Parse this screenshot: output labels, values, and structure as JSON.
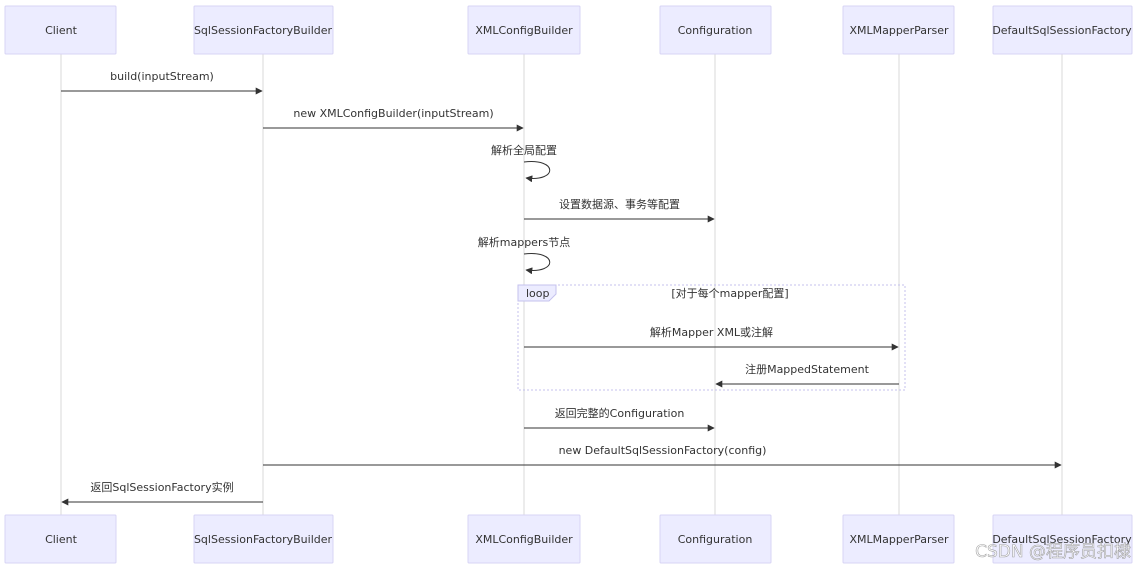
{
  "participants": [
    {
      "id": "client",
      "name": "Client"
    },
    {
      "id": "builder",
      "name": "SqlSessionFactoryBuilder"
    },
    {
      "id": "xmlconfig",
      "name": "XMLConfigBuilder"
    },
    {
      "id": "configuration",
      "name": "Configuration"
    },
    {
      "id": "mapperparser",
      "name": "XMLMapperParser"
    },
    {
      "id": "defaultfactory",
      "name": "DefaultSqlSessionFactory"
    }
  ],
  "messages": [
    {
      "from": "client",
      "to": "builder",
      "label": "build(inputStream)"
    },
    {
      "from": "builder",
      "to": "xmlconfig",
      "label": "new XMLConfigBuilder(inputStream)"
    },
    {
      "from": "xmlconfig",
      "to": "xmlconfig",
      "label": "解析全局配置"
    },
    {
      "from": "xmlconfig",
      "to": "configuration",
      "label": "设置数据源、事务等配置"
    },
    {
      "from": "xmlconfig",
      "to": "xmlconfig",
      "label": "解析mappers节点"
    },
    {
      "from": "xmlconfig",
      "to": "mapperparser",
      "label": "解析Mapper XML或注解"
    },
    {
      "from": "mapperparser",
      "to": "configuration",
      "label": "注册MappedStatement"
    },
    {
      "from": "xmlconfig",
      "to": "configuration",
      "label": "返回完整的Configuration"
    },
    {
      "from": "builder",
      "to": "defaultfactory",
      "label": "new DefaultSqlSessionFactory(config)"
    },
    {
      "from": "builder",
      "to": "client",
      "label": "返回SqlSessionFactory实例"
    }
  ],
  "loop": {
    "keyword": "loop",
    "condition": "[对于每个mapper配置]"
  },
  "watermark": "CSDN @程序员扣棣",
  "colors": {
    "actor_fill": "#ececff",
    "actor_border": "#d7d4f4",
    "lifeline": "#d9d9d9",
    "arrow": "#333333",
    "loop_border": "#c5c2ee"
  }
}
